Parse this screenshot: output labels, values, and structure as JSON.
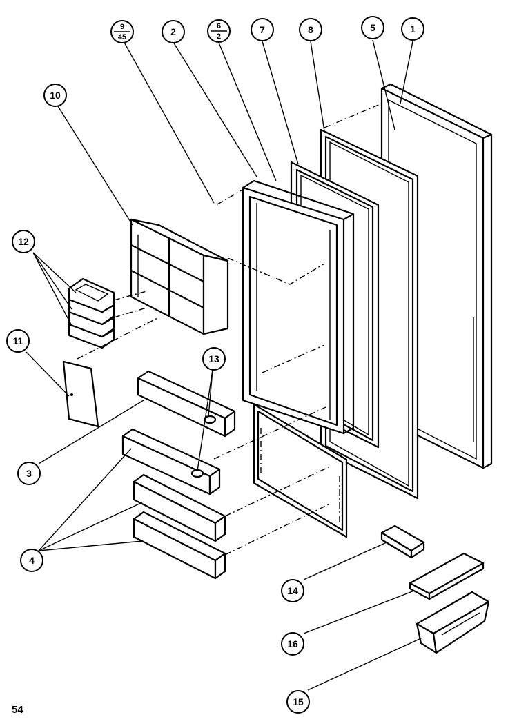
{
  "page": {
    "number": "54"
  },
  "callouts": [
    {
      "id": "c1",
      "label": "1"
    },
    {
      "id": "c2",
      "label": "2"
    },
    {
      "id": "c3",
      "label": "3"
    },
    {
      "id": "c4",
      "label": "4"
    },
    {
      "id": "c5",
      "label": "5"
    },
    {
      "id": "c6",
      "label": "6",
      "sub": "2"
    },
    {
      "id": "c7",
      "label": "7"
    },
    {
      "id": "c8",
      "label": "8"
    },
    {
      "id": "c9",
      "label": "9",
      "sub": "45"
    },
    {
      "id": "c10",
      "label": "10"
    },
    {
      "id": "c11",
      "label": "11"
    },
    {
      "id": "c12",
      "label": "12"
    },
    {
      "id": "c13",
      "label": "13"
    },
    {
      "id": "c14",
      "label": "14"
    },
    {
      "id": "c15",
      "label": "15"
    },
    {
      "id": "c16",
      "label": "16"
    }
  ]
}
